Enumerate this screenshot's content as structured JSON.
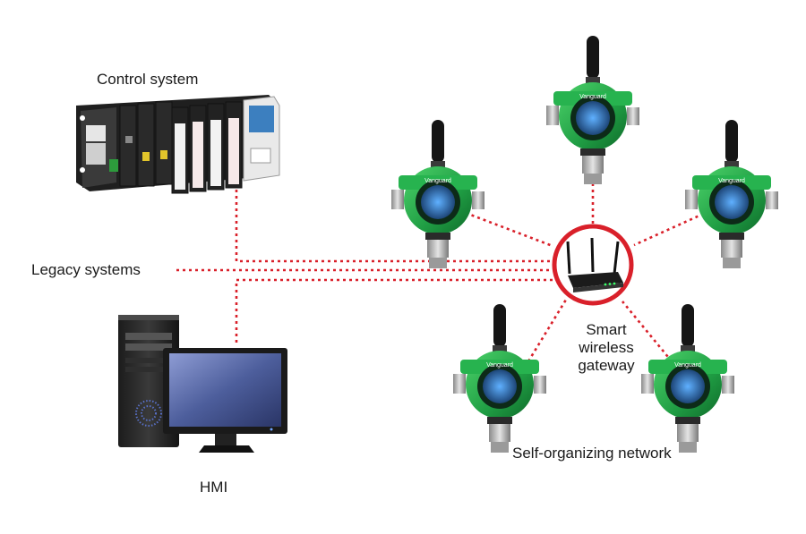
{
  "labels": {
    "control_system": "Control system",
    "legacy_systems": "Legacy systems",
    "hmi": "HMI",
    "gateway_line1": "Smart",
    "gateway_line2": "wireless",
    "gateway_line3": "gateway",
    "network": "Self-organizing network"
  },
  "device_brand": "Vanguard",
  "colors": {
    "link": "#d9202a",
    "ring": "#d9202a",
    "housing": "#23a64a",
    "plc_body": "#2b2b2b",
    "monitor_screen": "#3d4f8a"
  },
  "icons": {
    "plc": "plc-rack-icon",
    "pc": "workstation-icon",
    "router": "wireless-router-icon",
    "sensor": "gas-detector-icon"
  }
}
